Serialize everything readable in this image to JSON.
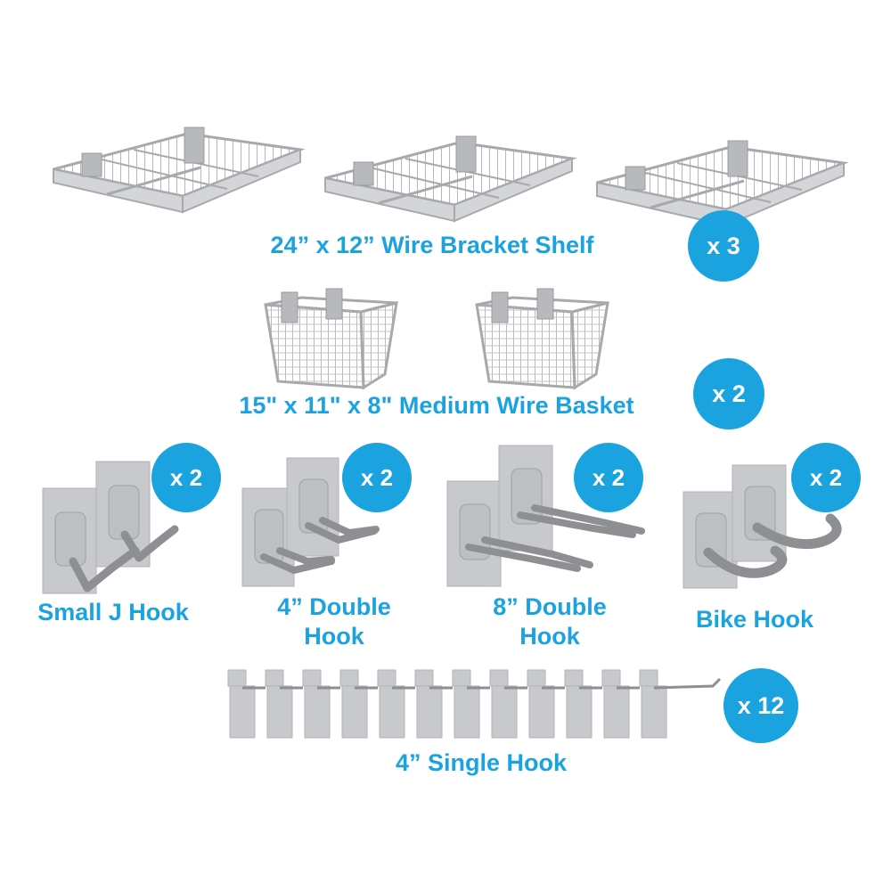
{
  "accent_color": "#1ba3e0",
  "product_color": "#c8c9cc",
  "hook_color": "#8d8f93",
  "items": {
    "shelf": {
      "label": "24” x 12” Wire Bracket Shelf",
      "badge": "x 3"
    },
    "basket": {
      "label": "15\" x 11\" x 8\" Medium Wire Basket",
      "badge": "x 2"
    },
    "small_j_hook": {
      "label": "Small J Hook",
      "badge": "x 2"
    },
    "double_hook_4": {
      "label_line1": "4” Double",
      "label_line2": "Hook",
      "badge": "x 2"
    },
    "double_hook_8": {
      "label_line1": "8” Double",
      "label_line2": "Hook",
      "badge": "x 2"
    },
    "bike_hook": {
      "label": "Bike Hook",
      "badge": "x 2"
    },
    "single_hook": {
      "label": "4” Single Hook",
      "badge": "x 12"
    }
  }
}
